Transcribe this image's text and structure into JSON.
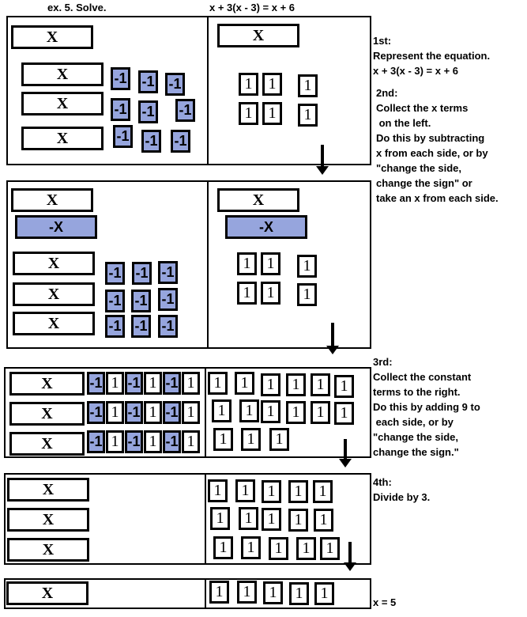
{
  "header": {
    "left": "ex. 5.  Solve.",
    "right": "x + 3(x - 3) = x + 6"
  },
  "tiles": {
    "x": "X",
    "neg_x": "-X",
    "one": "1",
    "neg_one": "-1"
  },
  "colors": {
    "negative_tile": "#96a5dd"
  },
  "steps": [
    {
      "label": "1st:",
      "text": "Represent the equation.\nx + 3(x - 3) = x + 6"
    },
    {
      "label": "2nd:",
      "text": "Collect the x terms\n on the left.\nDo this by subtracting\nx from each side, or by\n\"change the side,\nchange the sign\" or\ntake an x from each side."
    },
    {
      "label": "3rd:",
      "text": "Collect the constant\nterms to the right.\nDo this by adding 9 to\n each side, or by\n\"change the side,\nchange the sign.\""
    },
    {
      "label": "4th:",
      "text": "Divide by 3."
    }
  ],
  "answer": "x = 5"
}
